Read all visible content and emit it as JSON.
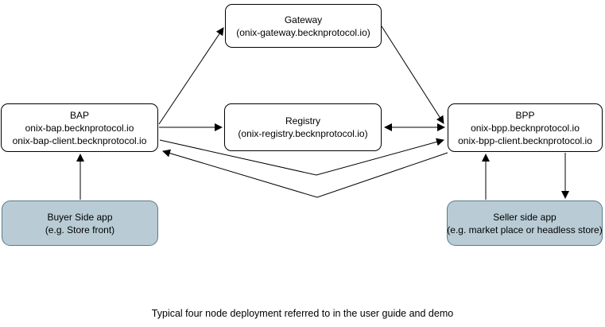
{
  "diagram": {
    "nodes": {
      "gateway": {
        "title": "Gateway",
        "lines": [
          "(onix-gateway.becknprotocol.io)"
        ]
      },
      "bap": {
        "title": "BAP",
        "lines": [
          "onix-bap.becknprotocol.io",
          "onix-bap-client.becknprotocol.io"
        ]
      },
      "registry": {
        "title": "Registry",
        "lines": [
          "(onix-registry.becknprotocol.io)"
        ]
      },
      "bpp": {
        "title": "BPP",
        "lines": [
          "onix-bpp.becknprotocol.io",
          "onix-bpp-client.becknprotocol.io"
        ]
      },
      "buyer_app": {
        "title": "Buyer Side app",
        "lines": [
          "(e.g. Store front)"
        ]
      },
      "seller_app": {
        "title": "Seller side app",
        "lines": [
          "(e.g. market place or headless store)"
        ]
      }
    },
    "edges": [
      {
        "from": "bap",
        "to": "gateway",
        "arrows": "to"
      },
      {
        "from": "bap",
        "to": "registry",
        "arrows": "to"
      },
      {
        "from": "gateway",
        "to": "bpp",
        "arrows": "to"
      },
      {
        "from": "registry",
        "to": "bpp",
        "arrows": "both"
      },
      {
        "from": "bap",
        "to": "bpp",
        "arrows": "to"
      },
      {
        "from": "bpp",
        "to": "bap",
        "arrows": "to"
      },
      {
        "from": "buyer_app",
        "to": "bap",
        "arrows": "to"
      },
      {
        "from": "seller_app",
        "to": "bpp",
        "arrows": "to"
      },
      {
        "from": "bpp",
        "to": "seller_app",
        "arrows": "to"
      }
    ],
    "caption": "Typical four node deployment referred to in the user guide and demo",
    "colors": {
      "node_fill": "#ffffff",
      "node_border": "#000000",
      "app_fill": "#b9ccd6",
      "app_border": "#5c7a88",
      "edge": "#000000"
    }
  }
}
